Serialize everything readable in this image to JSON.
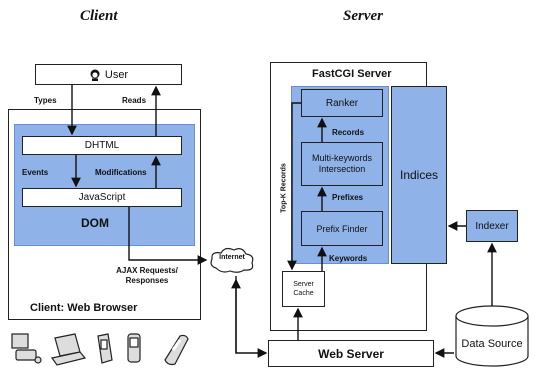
{
  "headings": {
    "client": "Client",
    "server": "Server"
  },
  "client": {
    "user": "User",
    "types": "Types",
    "reads": "Reads",
    "dhtml": "DHTML",
    "events": "Events",
    "modifications": "Modifications",
    "javascript": "JavaScript",
    "dom": "DOM",
    "footer": "Client: Web Browser",
    "ajax": "AJAX Requests/\nResponses"
  },
  "internet": "Internet",
  "server": {
    "title": "FastCGI Server",
    "ranker": "Ranker",
    "records": "Records",
    "intersection": "Multi-keywords\nIntersection",
    "prefixes": "Prefixes",
    "prefix_finder": "Prefix Finder",
    "keywords": "Keywords",
    "indices": "Indices",
    "cache": "Server\nCache",
    "topk": "Top-K Records",
    "indexer": "Indexer",
    "web_server": "Web Server",
    "data_source": "Data Source"
  },
  "device_icons": [
    "desktop-icon",
    "laptop-icon",
    "pda-icon",
    "phone-icon",
    "mobile-phone-icon"
  ]
}
